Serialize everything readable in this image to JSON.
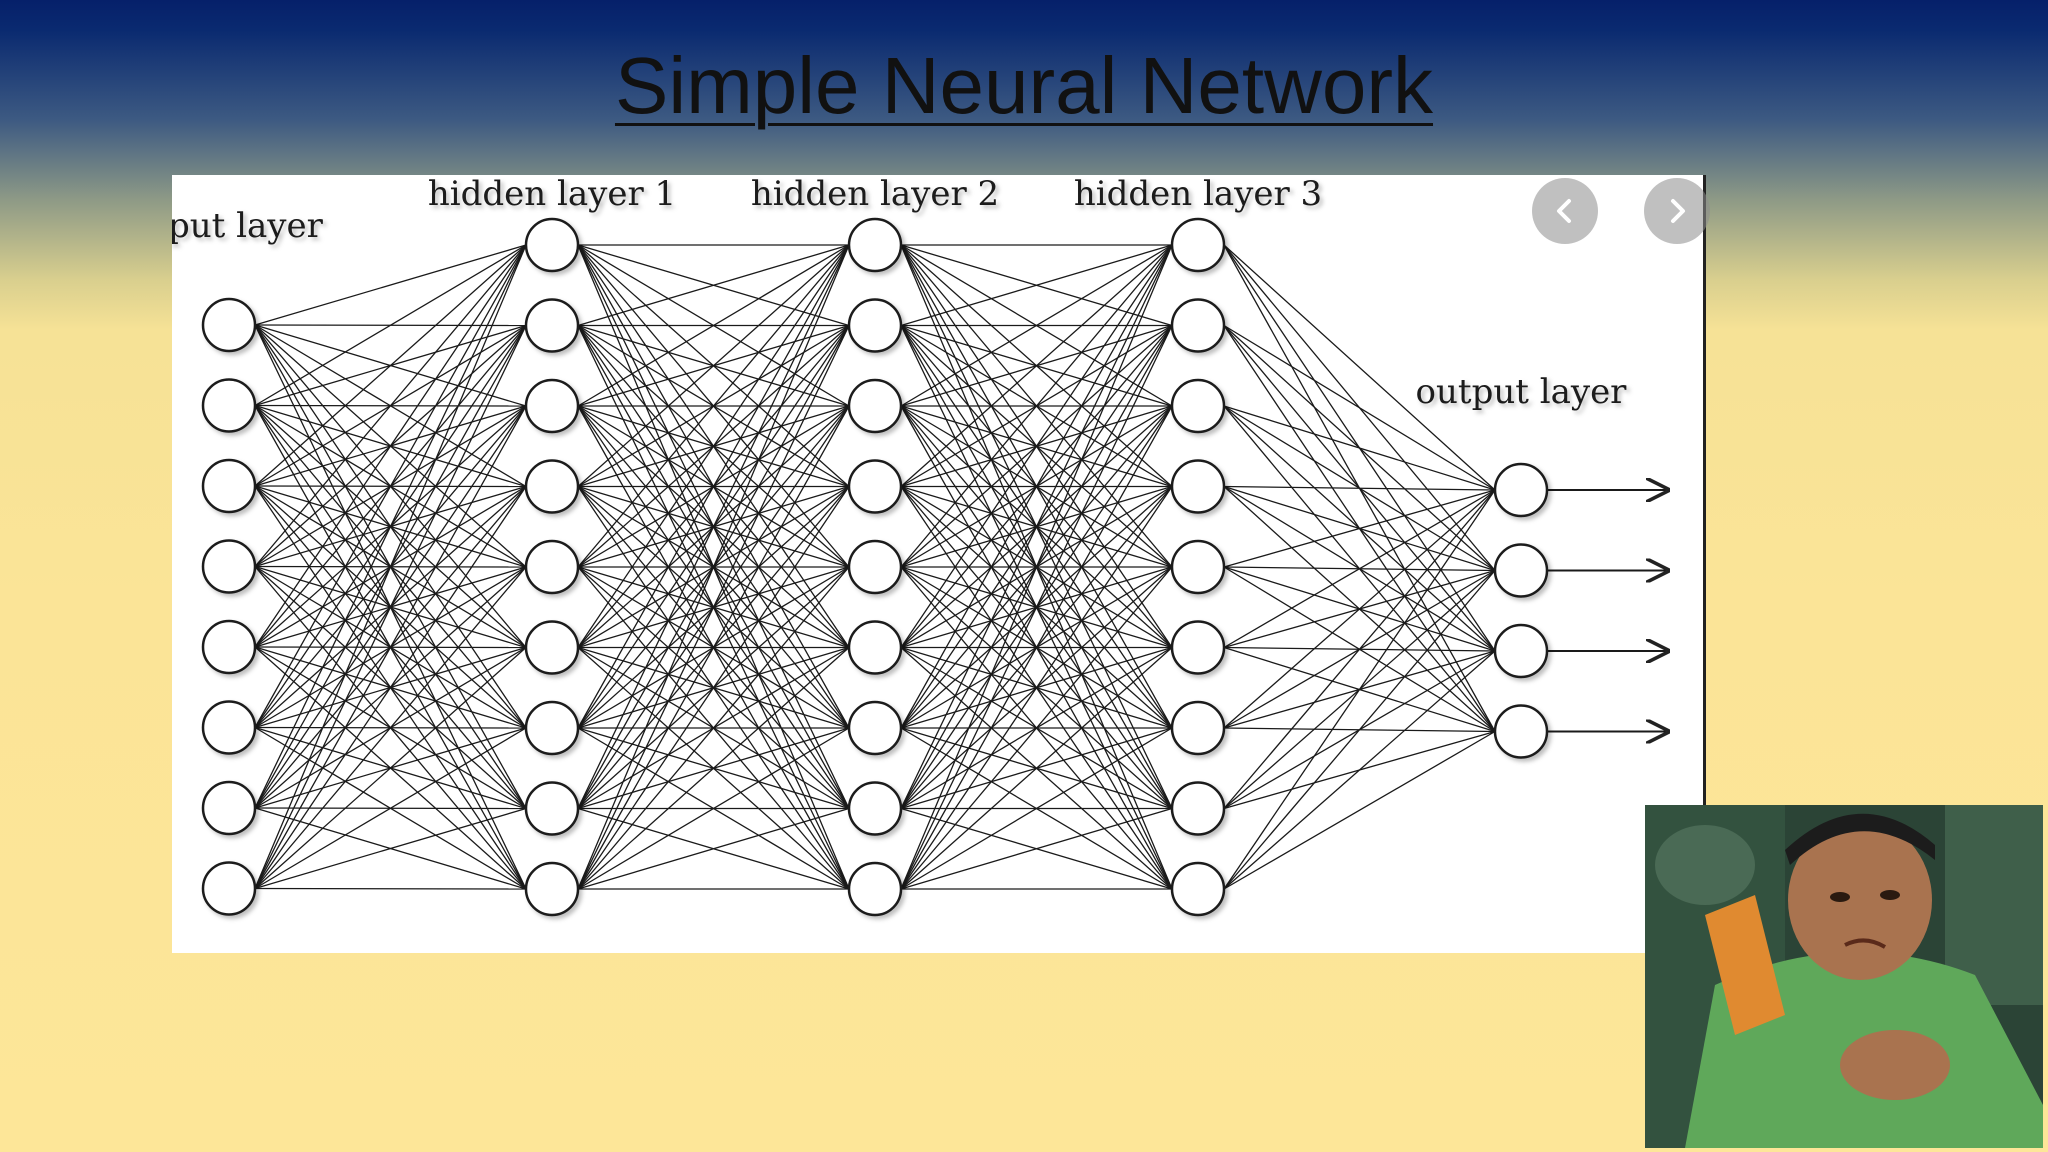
{
  "slide": {
    "title": "Simple Neural Network"
  },
  "diagram": {
    "layers": [
      {
        "label": "put layer",
        "nodes": 8
      },
      {
        "label": "hidden layer 1",
        "nodes": 9
      },
      {
        "label": "hidden layer 2",
        "nodes": 9
      },
      {
        "label": "hidden layer 3",
        "nodes": 9
      },
      {
        "label": "output layer",
        "nodes": 4
      }
    ]
  },
  "controls": {
    "prev_icon": "chevron-left-icon",
    "next_icon": "chevron-right-icon"
  },
  "webcam": {
    "colors": {
      "bg": "#2c4a3a",
      "shirt": "#5fa85a",
      "skin": "#b07a55",
      "cloth": "#e08a30"
    }
  }
}
